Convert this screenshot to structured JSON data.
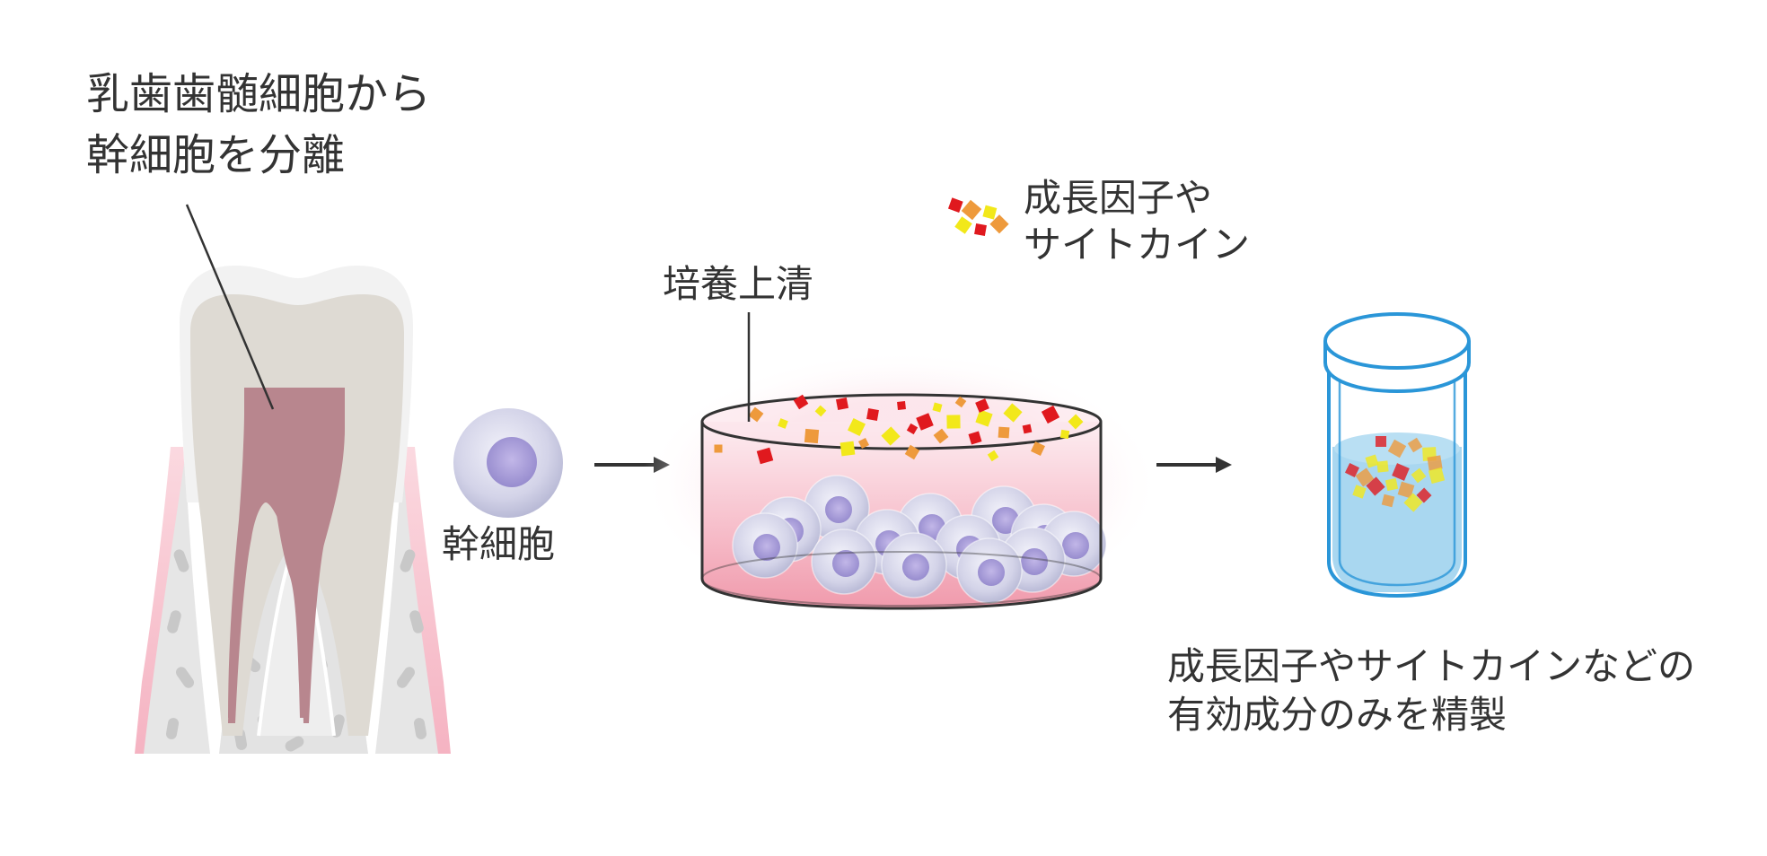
{
  "labels": {
    "tooth_line1": "乳歯歯髄細胞から",
    "tooth_line2": "幹細胞を分離",
    "stem_cell": "幹細胞",
    "supernatant": "培養上清",
    "factors_line1": "成長因子や",
    "factors_line2": "サイトカイン",
    "result_line1": "成長因子やサイトカインなどの",
    "result_line2": "有効成分のみを精製"
  },
  "colors": {
    "text": "#333333",
    "pulp": "#b8868e",
    "gum": "#f7c6d0",
    "bone": "#e4e4e4",
    "dish_liquid": "#f3aab8",
    "cell": "#c9c9e3",
    "nucleus": "#a99bd6",
    "vial_outline": "#2a96d8",
    "vial_liquid": "#a9d7f0",
    "factor_red": "#e0191e",
    "factor_orange": "#ee9a3c",
    "factor_yellow": "#f2e81a"
  },
  "icons": [
    "tooth-icon",
    "stem-cell-icon",
    "arrow-right-icon",
    "culture-dish-icon",
    "factor-particles-icon",
    "vial-icon"
  ]
}
